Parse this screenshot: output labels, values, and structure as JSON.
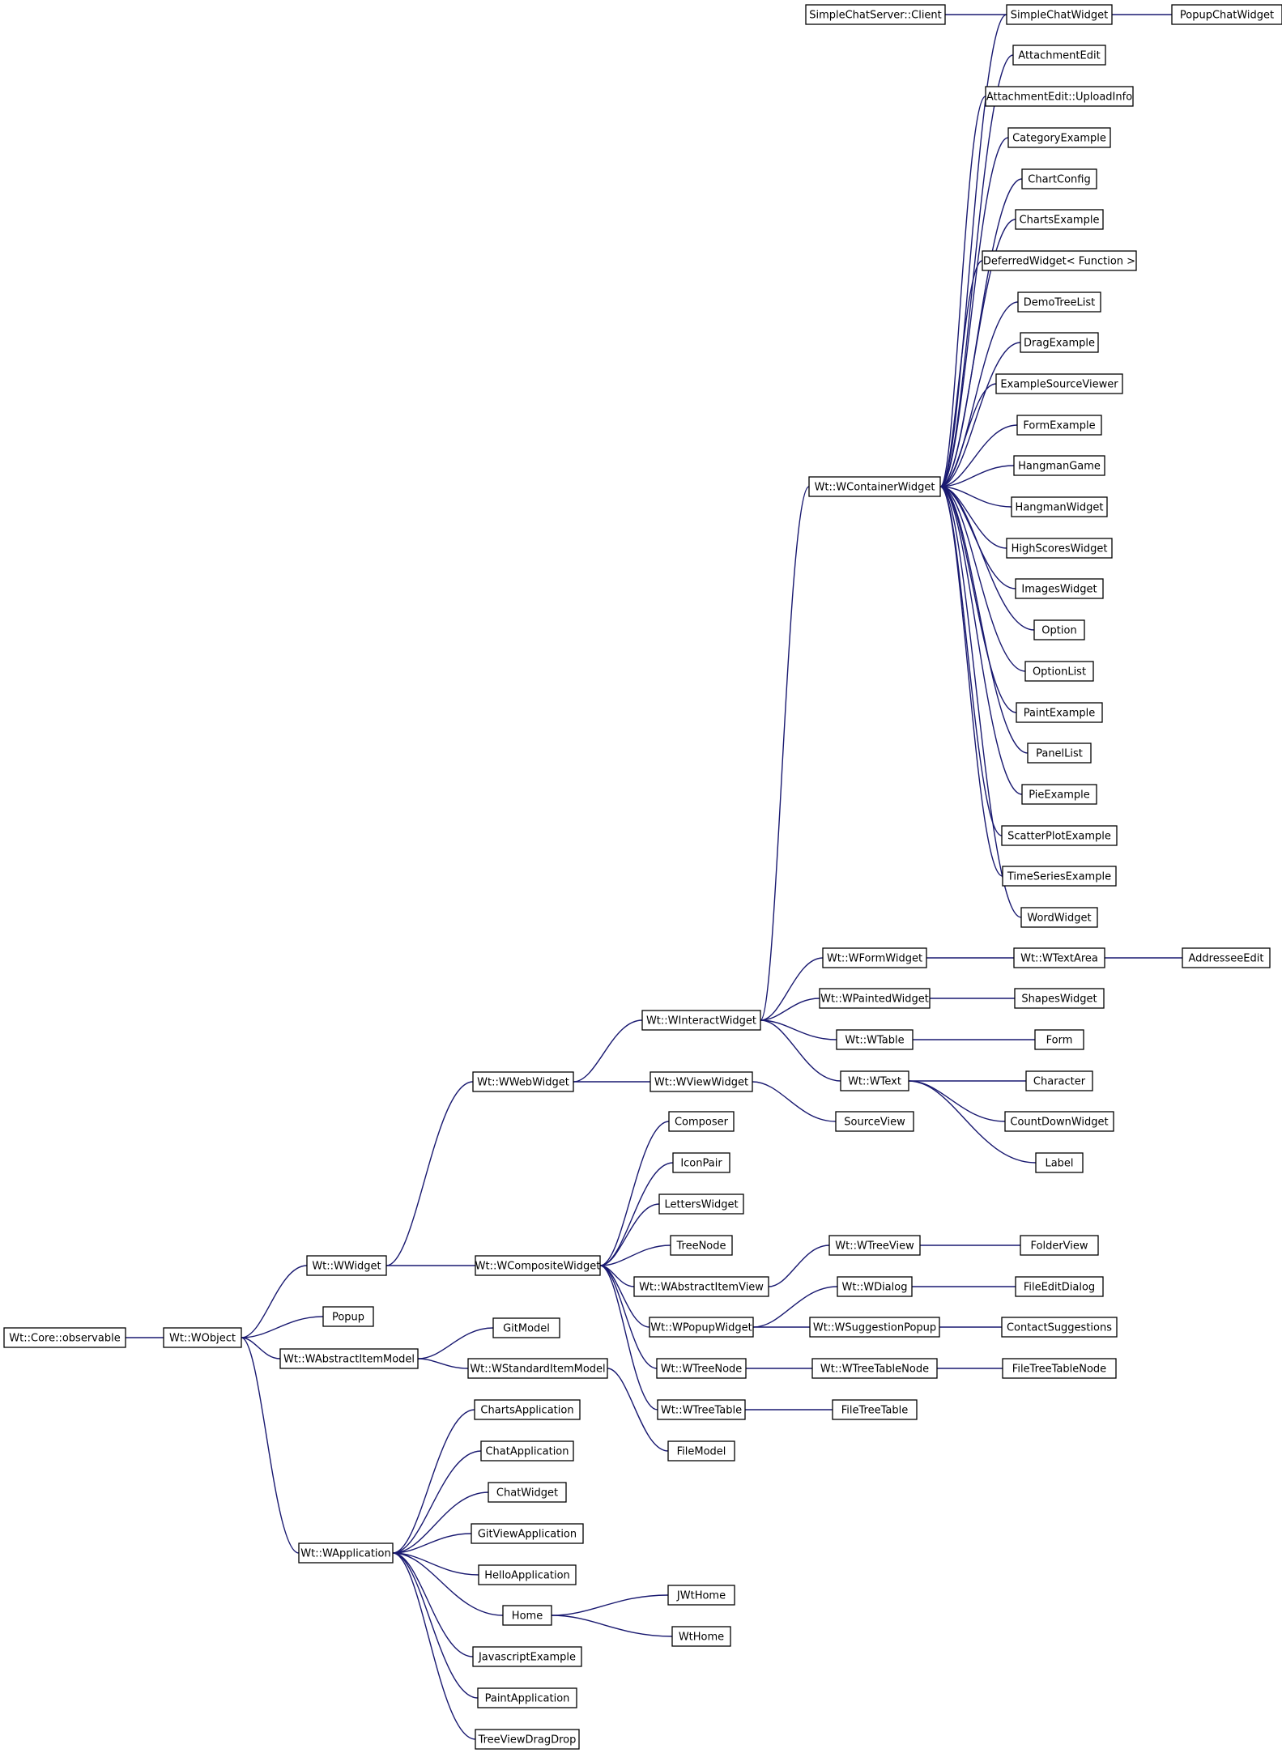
{
  "diagram": {
    "type": "class-inheritance-graph",
    "colors": {
      "edge": "#191970",
      "box_border": "#000000",
      "text": "#000000",
      "background": "#ffffff"
    },
    "nodes": {
      "observable": "Wt::Core::observable",
      "wobject": "Wt::WObject",
      "wwidget": "Wt::WWidget",
      "popup": "Popup",
      "wabstractitemmodel": "Wt::WAbstractItemModel",
      "wapplication": "Wt::WApplication",
      "wwebwidget": "Wt::WWebWidget",
      "wcompositewidget": "Wt::WCompositeWidget",
      "gitmodel": "GitModel",
      "wstandarditemmodel": "Wt::WStandardItemModel",
      "chartsapplication": "ChartsApplication",
      "chatapplication": "ChatApplication",
      "chatwidget": "ChatWidget",
      "gitviewapplication": "GitViewApplication",
      "helloapplication": "HelloApplication",
      "home": "Home",
      "javascriptexample": "JavascriptExample",
      "paintapplication": "PaintApplication",
      "treeviewdragdrop": "TreeViewDragDrop",
      "winteractwidget": "Wt::WInteractWidget",
      "wviewwidget": "Wt::WViewWidget",
      "composer": "Composer",
      "iconpair": "IconPair",
      "letterswidget": "LettersWidget",
      "treenode": "TreeNode",
      "wabstractitemview": "Wt::WAbstractItemView",
      "wpopupwidget": "Wt::WPopupWidget",
      "wtreenode": "Wt::WTreeNode",
      "wtreetable": "Wt::WTreeTable",
      "filemodel": "FileModel",
      "jwthome": "JWtHome",
      "wthome": "WtHome",
      "wcontainerwidget": "Wt::WContainerWidget",
      "wformwidget": "Wt::WFormWidget",
      "wpaintedwidget": "Wt::WPaintedWidget",
      "wtable": "Wt::WTable",
      "wtext": "Wt::WText",
      "sourceview": "SourceView",
      "wtreeview": "Wt::WTreeView",
      "wdialog": "Wt::WDialog",
      "wsuggestionpopup": "Wt::WSuggestionPopup",
      "wtreetablenode": "Wt::WTreeTableNode",
      "filetreetable": "FileTreeTable",
      "simplechatserverclient": "SimpleChatServer::Client",
      "simplechatwidget": "SimpleChatWidget",
      "popupchatwidget": "PopupChatWidget",
      "attachmentedit": "AttachmentEdit",
      "attachmentedituploadinfo": "AttachmentEdit::UploadInfo",
      "categoryexample": "CategoryExample",
      "chartconfig": "ChartConfig",
      "chartsexample": "ChartsExample",
      "deferredwidget": "DeferredWidget< Function >",
      "demotreelist": "DemoTreeList",
      "dragexample": "DragExample",
      "examplesourceviewer": "ExampleSourceViewer",
      "formexample": "FormExample",
      "hangmangame": "HangmanGame",
      "hangmanwidget": "HangmanWidget",
      "highscoreswidget": "HighScoresWidget",
      "imageswidget": "ImagesWidget",
      "option": "Option",
      "optionlist": "OptionList",
      "paintexample": "PaintExample",
      "panellist": "PanelList",
      "pieexample": "PieExample",
      "scatterplotexample": "ScatterPlotExample",
      "timeseriesexample": "TimeSeriesExample",
      "wordwidget": "WordWidget",
      "wtextarea": "Wt::WTextArea",
      "addresseeedit": "AddresseeEdit",
      "shapeswidget": "ShapesWidget",
      "form": "Form",
      "character": "Character",
      "countdownwidget": "CountDownWidget",
      "label": "Label",
      "folderview": "FolderView",
      "fileeditdialog": "FileEditDialog",
      "contactsuggestions": "ContactSuggestions",
      "filetreetablenode": "FileTreeTableNode"
    }
  }
}
